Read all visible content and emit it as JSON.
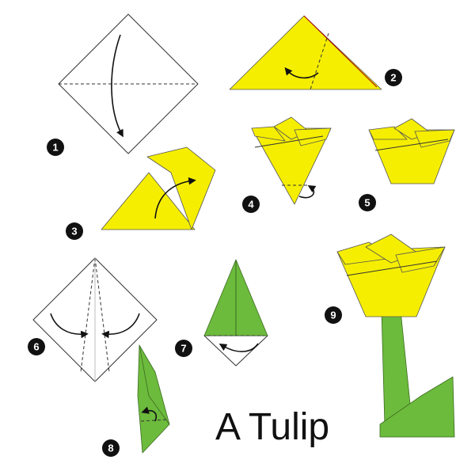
{
  "title": "A Tulip",
  "steps": {
    "s1": "1",
    "s2": "2",
    "s3": "3",
    "s4": "4",
    "s5": "5",
    "s6": "6",
    "s7": "7",
    "s8": "8",
    "s9": "9"
  },
  "colors": {
    "yellow": "#f5ee00",
    "green": "#6cbb3c",
    "badge": "#111111"
  }
}
